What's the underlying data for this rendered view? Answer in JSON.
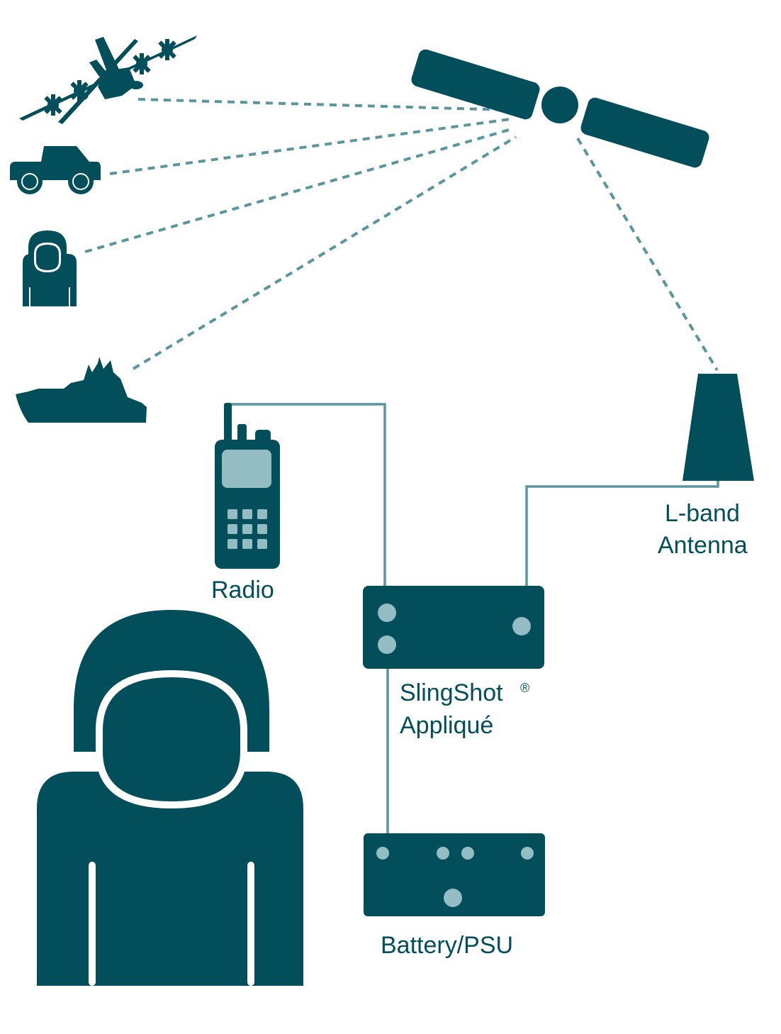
{
  "colors": {
    "primary": "#034e5b",
    "accent": "#94bcc3",
    "link": "#5a969d",
    "background": "#ffffff"
  },
  "nodes": {
    "aircraft": {
      "icon": "aircraft-icon"
    },
    "vehicle": {
      "icon": "truck-icon"
    },
    "soldier": {
      "icon": "person-icon"
    },
    "ship": {
      "icon": "ship-icon"
    },
    "satellite": {
      "icon": "satellite-icon"
    },
    "antenna": {
      "icon": "antenna-icon",
      "label_line1": "L-band",
      "label_line2": "Antenna"
    },
    "radio": {
      "icon": "radio-icon",
      "label": "Radio"
    },
    "slingshot": {
      "icon": "slingshot-unit-icon",
      "label_line1": "SlingShot",
      "label_reg": "®",
      "label_line2": "Appliqué"
    },
    "battery": {
      "icon": "battery-unit-icon",
      "label": "Battery/PSU"
    },
    "operator": {
      "icon": "operator-icon"
    }
  }
}
